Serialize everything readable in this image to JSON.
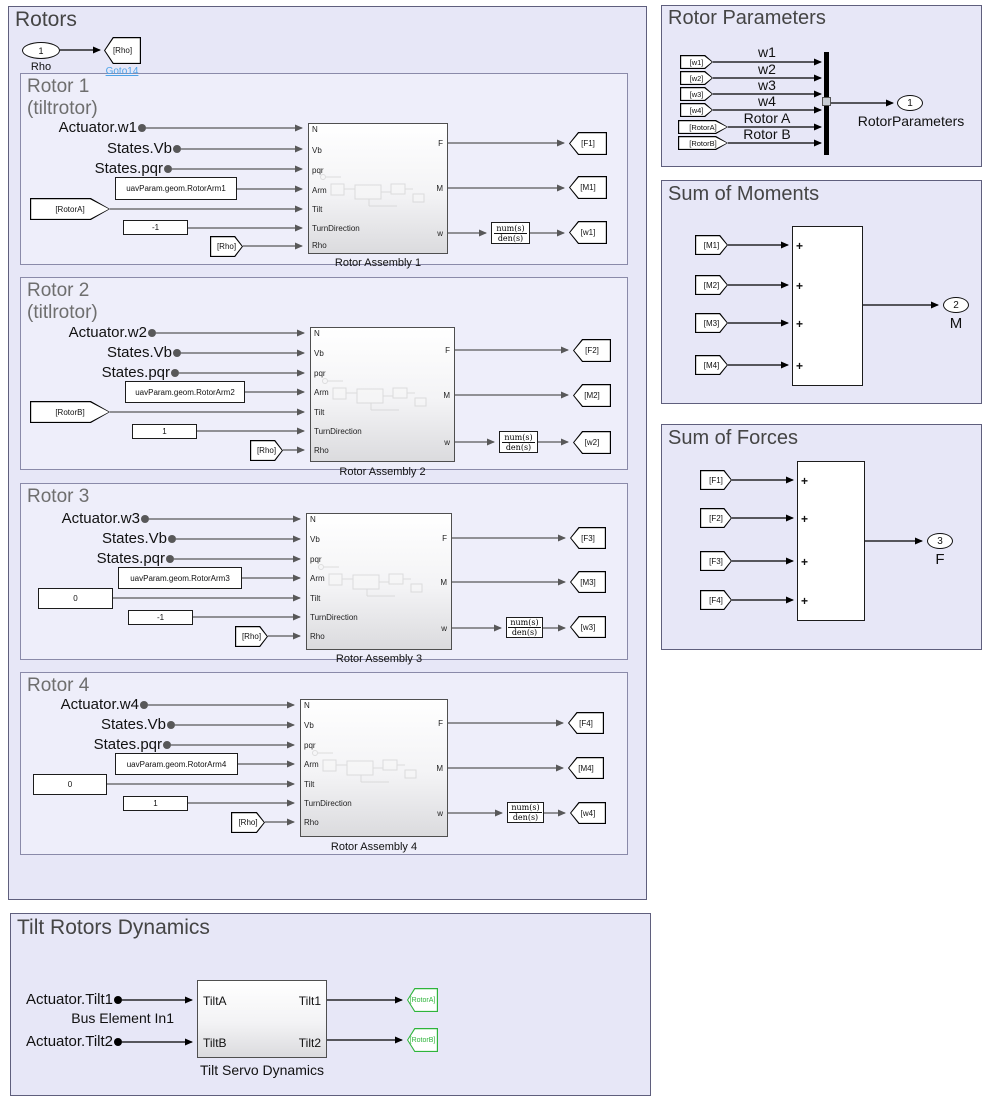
{
  "glyphs": {
    "plus": "+"
  },
  "colors": {
    "area_bg": "#e7e7f7",
    "area_border": "#5f5f7d",
    "title_gray": "#454545",
    "subtitle_gray": "#6e6e6e",
    "goto_green": "#2eb43b",
    "goto_name_blue": "#4da3e8"
  },
  "areas": {
    "rotors": {
      "title": "Rotors",
      "inport": {
        "number": "1",
        "label": "Rho"
      },
      "goto_rho": {
        "tag": "[Rho]",
        "name": "Goto14"
      },
      "tf_num": "num(s)",
      "tf_den": "den(s)",
      "assembly_ports": {
        "in": [
          "N",
          "Vb",
          "pqr",
          "Arm",
          "Tilt",
          "TurnDirection",
          "Rho"
        ],
        "out": [
          "F",
          "M",
          "w"
        ]
      },
      "rotor1": {
        "title": "Rotor 1",
        "subtitle": "(tiltrotor)",
        "in1": "Actuator.w1",
        "in2": "States.Vb",
        "in3": "States.pqr",
        "arm": "uavParam.geom.RotorArm1",
        "tilt_from": "[RotorA]",
        "turn": "-1",
        "rho_from": "[Rho]",
        "assembly": "Rotor Assembly 1",
        "goto_f": "[F1]",
        "goto_m": "[M1]",
        "goto_w": "[w1]"
      },
      "rotor2": {
        "title": "Rotor 2",
        "subtitle": "(titlrotor)",
        "in1": "Actuator.w2",
        "in2": "States.Vb",
        "in3": "States.pqr",
        "arm": "uavParam.geom.RotorArm2",
        "tilt_from": "[RotorB]",
        "turn": "1",
        "rho_from": "[Rho]",
        "assembly": "Rotor Assembly 2",
        "goto_f": "[F2]",
        "goto_m": "[M2]",
        "goto_w": "[w2]"
      },
      "rotor3": {
        "title": "Rotor 3",
        "in1": "Actuator.w3",
        "in2": "States.Vb",
        "in3": "States.pqr",
        "arm": "uavParam.geom.RotorArm3",
        "tilt_const": "0",
        "turn": "-1",
        "rho_from": "[Rho]",
        "assembly": "Rotor Assembly 3",
        "goto_f": "[F3]",
        "goto_m": "[M3]",
        "goto_w": "[w3]"
      },
      "rotor4": {
        "title": "Rotor 4",
        "in1": "Actuator.w4",
        "in2": "States.Vb",
        "in3": "States.pqr",
        "arm": "uavParam.geom.RotorArm4",
        "tilt_const": "0",
        "turn": "1",
        "rho_from": "[Rho]",
        "assembly": "Rotor Assembly 4",
        "goto_f": "[F4]",
        "goto_m": "[M4]",
        "goto_w": "[w4]"
      }
    },
    "rotor_parameters": {
      "title": "Rotor Parameters",
      "froms": [
        "[w1]",
        "[w2]",
        "[w3]",
        "[w4]",
        "[RotorA]",
        "[RotorB]"
      ],
      "signals": [
        "w1",
        "w2",
        "w3",
        "w4",
        "Rotor A",
        "Rotor B"
      ],
      "outport": {
        "number": "1",
        "label": "RotorParameters"
      }
    },
    "sum_of_moments": {
      "title": "Sum of Moments",
      "froms": [
        "[M1]",
        "[M2]",
        "[M3]",
        "[M4]"
      ],
      "outport": {
        "number": "2",
        "label": "M"
      }
    },
    "sum_of_forces": {
      "title": "Sum of Forces",
      "froms": [
        "[F1]",
        "[F2]",
        "[F3]",
        "[F4]"
      ],
      "outport": {
        "number": "3",
        "label": "F"
      }
    },
    "tilt_dynamics": {
      "title": "Tilt Rotors Dynamics",
      "in1": "Actuator.Tilt1",
      "in1_sub": "Bus Element In1",
      "in2": "Actuator.Tilt2",
      "block": "Tilt Servo Dynamics",
      "ports_in": [
        "TiltA",
        "TiltB"
      ],
      "ports_out": [
        "Tilt1",
        "Tilt2"
      ],
      "gotos": [
        "[RotorA]",
        "[RotorB]"
      ]
    }
  }
}
